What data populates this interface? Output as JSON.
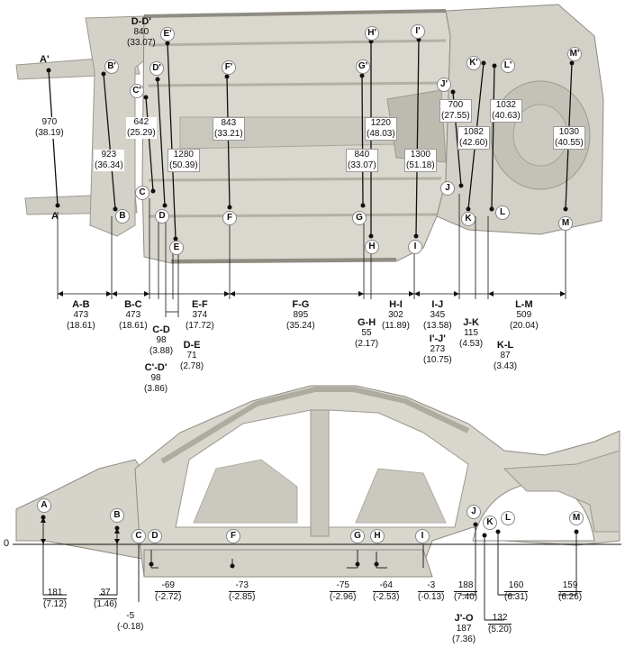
{
  "colors": {
    "body": "#d8d6cd",
    "body_dark": "#b9b6ab",
    "line": "#111111"
  },
  "top_view": {
    "points": {
      "A": "A",
      "B": "B",
      "C": "C",
      "D": "D",
      "E": "E",
      "F": "F",
      "G": "G",
      "H": "H",
      "I": "I",
      "J": "J",
      "K": "K",
      "L": "L",
      "M": "M",
      "A'": "A'",
      "B'": "B'",
      "C'": "C'",
      "D'": "D'",
      "E'": "E'",
      "F'": "F'",
      "G'": "G'",
      "H'": "H'",
      "I'": "I'",
      "J'": "J'",
      "K'": "K'",
      "L'": "L'",
      "M'": "M'"
    },
    "diagonals": {
      "AA": {
        "mm": "970",
        "in": "(38.19)"
      },
      "BB": {
        "mm": "923",
        "in": "(36.34)"
      },
      "CC": {
        "mm": "642",
        "in": "(25.29)"
      },
      "DD": {
        "title": "D-D'",
        "mm": "840",
        "in": "(33.07)"
      },
      "EE": {
        "mm": "1280",
        "in": "(50.39)"
      },
      "FF": {
        "mm": "843",
        "in": "(33.21)"
      },
      "GG": {
        "mm": "840",
        "in": "(33.07)"
      },
      "HH": {
        "mm": "1220",
        "in": "(48.03)"
      },
      "II": {
        "mm": "1300",
        "in": "(51.18)"
      },
      "JJ": {
        "mm": "700",
        "in": "(27.55)"
      },
      "KK": {
        "mm": "1082",
        "in": "(42.60)"
      },
      "LL": {
        "mm": "1032",
        "in": "(40.63)"
      },
      "MM": {
        "mm": "1030",
        "in": "(40.55)"
      }
    },
    "segments": {
      "AB": {
        "name": "A-B",
        "mm": "473",
        "in": "(18.61)"
      },
      "BC": {
        "name": "B-C",
        "mm": "473",
        "in": "(18.61)"
      },
      "CD": {
        "name": "C-D",
        "mm": "98",
        "in": "(3.88)"
      },
      "DE": {
        "name": "D-E",
        "mm": "71",
        "in": "(2.78)"
      },
      "CpDp": {
        "name": "C'-D'",
        "mm": "98",
        "in": "(3.86)"
      },
      "EF": {
        "name": "E-F",
        "mm": "374",
        "in": "(17.72)"
      },
      "FG": {
        "name": "F-G",
        "mm": "895",
        "in": "(35.24)"
      },
      "GH": {
        "name": "G-H",
        "mm": "55",
        "in": "(2.17)"
      },
      "HI": {
        "name": "H-I",
        "mm": "302",
        "in": "(11.89)"
      },
      "IJ": {
        "name": "I-J",
        "mm": "345",
        "in": "(13.58)"
      },
      "IpJp": {
        "name": "I'-J'",
        "mm": "273",
        "in": "(10.75)"
      },
      "JK": {
        "name": "J-K",
        "mm": "115",
        "in": "(4.53)"
      },
      "KL": {
        "name": "K-L",
        "mm": "87",
        "in": "(3.43)"
      },
      "LM": {
        "name": "L-M",
        "mm": "509",
        "in": "(20.04)"
      }
    }
  },
  "side_view": {
    "zero": "0",
    "points": {
      "A": "A",
      "B": "B",
      "C": "C",
      "D": "D",
      "F": "F",
      "G": "G",
      "H": "H",
      "I": "I",
      "J": "J",
      "K": "K",
      "L": "L",
      "M": "M"
    },
    "heights": {
      "A": {
        "mm": "181",
        "in": "(7.12)"
      },
      "B": {
        "mm": "37",
        "in": "(1.46)"
      },
      "C": {
        "mm": "-5",
        "in": "(-0.18)"
      },
      "D": {
        "mm": "-69",
        "in": "(-2.72)"
      },
      "F": {
        "mm": "-73",
        "in": "(-2.85)"
      },
      "G": {
        "mm": "-75",
        "in": "(-2.96)"
      },
      "H": {
        "mm": "-64",
        "in": "(-2.53)"
      },
      "I": {
        "mm": "-3",
        "in": "(-0.13)"
      },
      "J": {
        "mm": "188",
        "in": "(7.40)"
      },
      "JO": {
        "name": "J'-O",
        "mm": "187",
        "in": "(7.36)"
      },
      "K": {
        "mm": "132",
        "in": "(5.20)"
      },
      "L": {
        "mm": "160",
        "in": "(6.31)"
      },
      "M": {
        "mm": "159",
        "in": "(6.26)"
      }
    }
  }
}
